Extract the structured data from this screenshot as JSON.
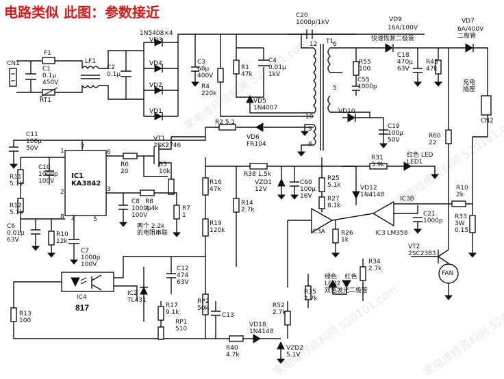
{
  "title": "电路类似 此图：参数接近",
  "colors": {
    "title": "#d81818",
    "wire": "#111111",
    "watermark": "#aaaac8"
  },
  "watermark": "家电维修资料网 520101.com",
  "labels": {
    "cn1": "CN1",
    "f1": "F1",
    "c1": "C1\n0.1μ\n450V",
    "rt1": "RT1",
    "lf1": "LF1",
    "c2": "C2\n0.1μ",
    "bridge": "1N5408×4",
    "vd3": "VD3",
    "vd4": "VD4",
    "vd2": "VD2",
    "vd1": "VD1",
    "c3": "C3\n68μ\n400V",
    "r4": "R4\n220k",
    "r1": "R1\n47k",
    "c4": "C4\n0.01μ\n1kV",
    "vd5": "VD5\n1N4007",
    "c20": "C20\n1000p/1kV",
    "t1": "T1",
    "t12": "12",
    "t6": "6",
    "t5": "5",
    "t10": "10",
    "t9": "9",
    "t8": "8",
    "vd9": "VD9",
    "vd9b": "16A/100V",
    "fast": "快速恢复二极管",
    "c18": "C18\n470μ\n63V",
    "r45": "R45\n47k",
    "r55": "R55\n100",
    "c55": "C55\n1000p",
    "vd10": "VD10",
    "vd7": "VD7",
    "vd7b": "6A/400V\n二极管",
    "charge": "充电\n插座",
    "cn2": "CN2",
    "c19": "C19\n100μ\n50V",
    "r2": "R2 5.1",
    "vd6": "VD6\nFR104",
    "r60": "R60\n22",
    "c11": "C11\n100μ\n50V",
    "vt1": "VT1\n2SK2746",
    "r6": "R6\n20",
    "r5": "R5\n10k",
    "r11": "R11\n5.1k",
    "c10": "C10\n1000p\n100V",
    "ic1": "IC1\nKA3842",
    "pin1": "1",
    "pin7": "7",
    "pin6": "6",
    "pin2": "2",
    "pin3": "3",
    "pin8": "8",
    "pin4": "4",
    "pin5": "5",
    "r12": "R12\n5.1k",
    "c8": "C8\n1000p\n100V",
    "r8": "R8\n4.4k",
    "r7": "R7\n1",
    "series": "两个 2.2k\n的电阻串联",
    "c6": "C6\n0.01μ\n63V",
    "r10": "R10\n12k",
    "c7": "C7\n1000p\n100V",
    "r16": "R16\n47k",
    "r19": "R19\n120k",
    "r14": "R14\n2.7k",
    "r38": "R38 1.5k",
    "vzd1": "VZD1\n12V",
    "c60": "C60\n100μ\n16V",
    "r25": "R25\n5.1k",
    "r27": "R27\n8.1k",
    "vd12": "VD12\n1N4148",
    "r26": "R26\n1k",
    "r31": "R31\n3.9k",
    "led1": "红色 LED\nLED1",
    "ic3a": "IC3A",
    "ic3b": "IC3B",
    "ic3": "IC3 LM358",
    "c21": "C21\n1000p",
    "r10b": "R10\n2k",
    "r33": "R33\n3W\n0.15",
    "vt2": "VT2\n2SC2383",
    "fan": "FAN",
    "r34": "R34\n2.7k",
    "r35": "R35\n2.7k",
    "led2": "绿色    红色\nLED2\n双色发光二极管",
    "r52": "R52\n2.7k",
    "ic4": "IC4",
    "optocoupler": "817",
    "r13": "R13\n100",
    "c12": "C12\n474\n63V",
    "ic2": "IC2\nTL431",
    "r17": "R17\n9.1k",
    "rp1": "RP1\n510",
    "rp2": "RP2\n50k",
    "c13": "C13",
    "vd18": "VD18\n1N4148",
    "r40": "R40\n4.7k",
    "vzd2": "VZD2\n5.1V"
  }
}
